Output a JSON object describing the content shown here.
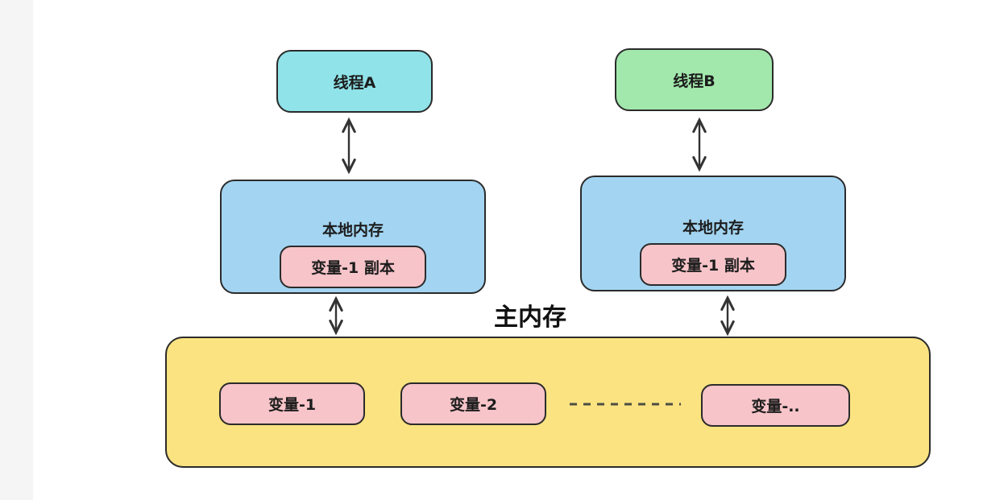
{
  "diagram": {
    "threads": [
      {
        "label": "线程A",
        "fill": "#8fe3e9"
      },
      {
        "label": "线程B",
        "fill": "#a2e8ac"
      }
    ],
    "local_memories": [
      {
        "label": "本地内存",
        "variable_label": "变量-1 副本"
      },
      {
        "label": "本地内存",
        "variable_label": "变量-1 副本"
      }
    ],
    "main_memory": {
      "title": "主内存",
      "variables": [
        "变量-1",
        "变量-2",
        "变量-.."
      ]
    },
    "colors": {
      "thread_a_fill": "#8fe3e9",
      "thread_b_fill": "#a2e8ac",
      "local_memory_fill": "#a3d5f2",
      "variable_fill": "#f6c4c9",
      "main_memory_fill": "#fbe381",
      "border": "#2b2b2b",
      "arrow": "#333333",
      "gutter": "#f5f5f6"
    }
  }
}
